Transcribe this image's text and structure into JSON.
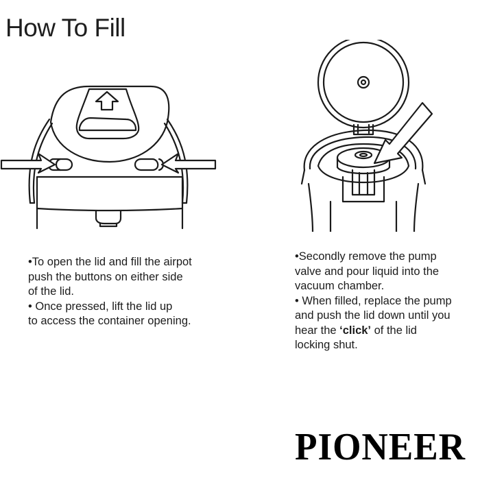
{
  "page": {
    "title": "How To Fill"
  },
  "steps": [
    {
      "illustration": "airpot-lid-buttons-illustration",
      "lines": [
        "•To open the lid and fill the airpot",
        "push the buttons on either side",
        "of the lid.",
        "• Once pressed, lift the lid up",
        "to access the container opening."
      ]
    },
    {
      "illustration": "airpot-open-lid-pump-illustration",
      "lines": [
        "•Secondly remove the pump",
        "valve and pour liquid into the",
        "vacuum chamber.",
        "• When filled, replace the pump",
        "and push the lid down until you"
      ],
      "line6_prefix": "hear the ",
      "line6_bold": "‘click’",
      "line6_suffix": " of the lid",
      "line7": "locking shut."
    }
  ],
  "brand": {
    "logo_text": "PIONEER"
  }
}
